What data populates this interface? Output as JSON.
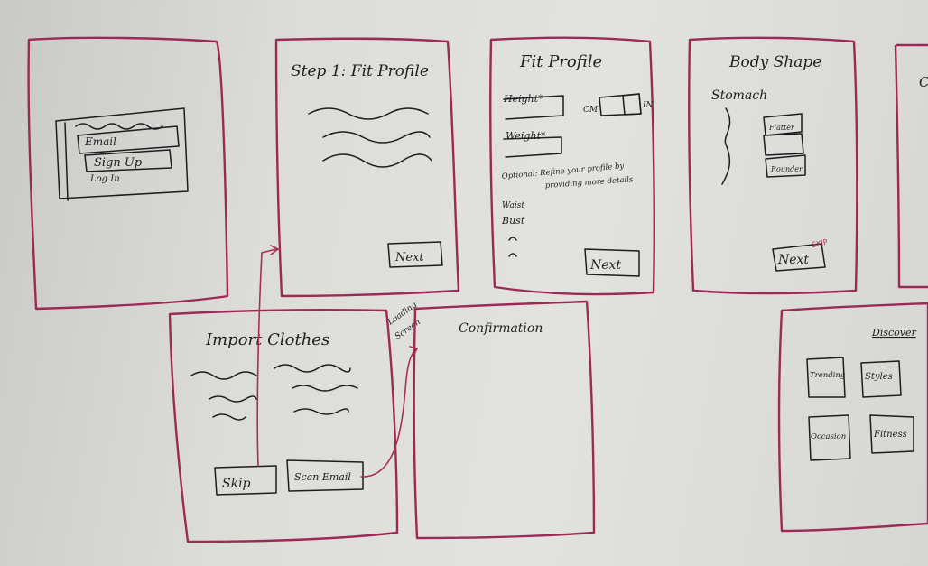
{
  "screens": {
    "login": {
      "email_label": "Email",
      "signup_label": "Sign Up",
      "login_label": "Log In"
    },
    "step1": {
      "title": "Step 1: Fit Profile",
      "next_label": "Next"
    },
    "fit_profile": {
      "title": "Fit Profile",
      "height_label": "Height*",
      "unit_cm": "CM",
      "unit_in": "IN",
      "weight_label": "Weight*",
      "optional_text_line1": "Optional: Refine your profile by",
      "optional_text_line2": "providing more details",
      "waist_label": "Waist",
      "bust_label": "Bust",
      "next_label": "Next"
    },
    "body_shape": {
      "title": "Body Shape",
      "stomach_label": "Stomach",
      "option_flatter": "Flatter",
      "option_rounder": "Rounder",
      "next_label": "Next",
      "skip_label": "SKIP"
    },
    "partial_right": {
      "title_fragment": "C"
    },
    "import_clothes": {
      "title": "Import Clothes",
      "skip_label": "Skip",
      "scan_email_label": "Scan Email",
      "loading_note_line1": "Loading",
      "loading_note_line2": "Screen"
    },
    "confirmation": {
      "title": "Confirmation"
    },
    "discover": {
      "title": "Discover",
      "tiles": [
        "Trending",
        "Styles",
        "Occasion",
        "Fitness"
      ]
    }
  },
  "colors": {
    "frame": "#9b2b55",
    "ink": "#1d1d20",
    "board": "#dcdcd8"
  }
}
